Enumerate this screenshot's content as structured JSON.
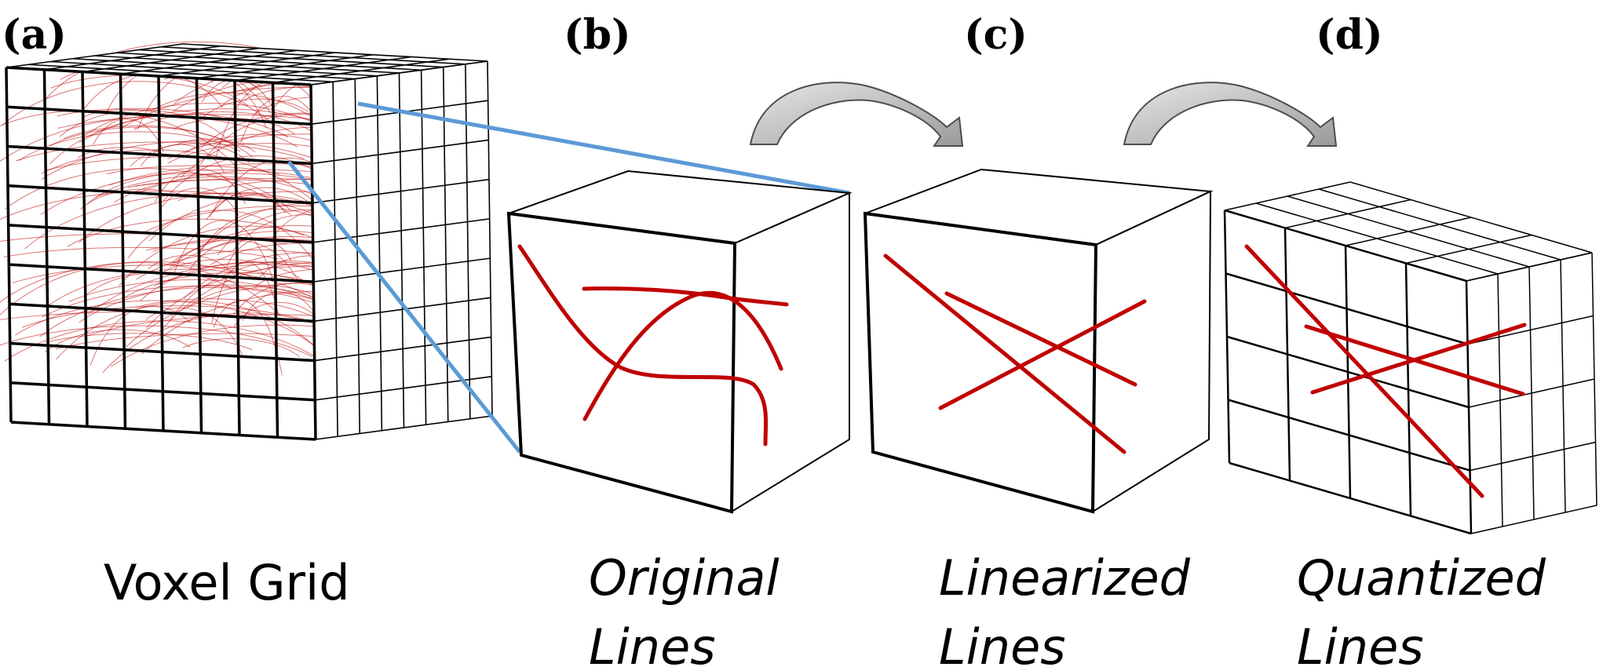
{
  "panels": [
    {
      "label": "(a)",
      "caption_lines": [
        "Voxel Grid"
      ]
    },
    {
      "label": "(b)",
      "caption_lines": [
        "Original",
        "Lines"
      ]
    },
    {
      "label": "(c)",
      "caption_lines": [
        "Linearized",
        "Lines"
      ]
    },
    {
      "label": "(d)",
      "caption_lines": [
        "Quantized",
        "Lines"
      ]
    }
  ],
  "colors": {
    "edge": "#000000",
    "line_red": "#c00000",
    "callout_blue": "#5b9bd5",
    "arrow_fill": "#bfbfbf",
    "arrow_stroke": "#4d4d4d"
  }
}
